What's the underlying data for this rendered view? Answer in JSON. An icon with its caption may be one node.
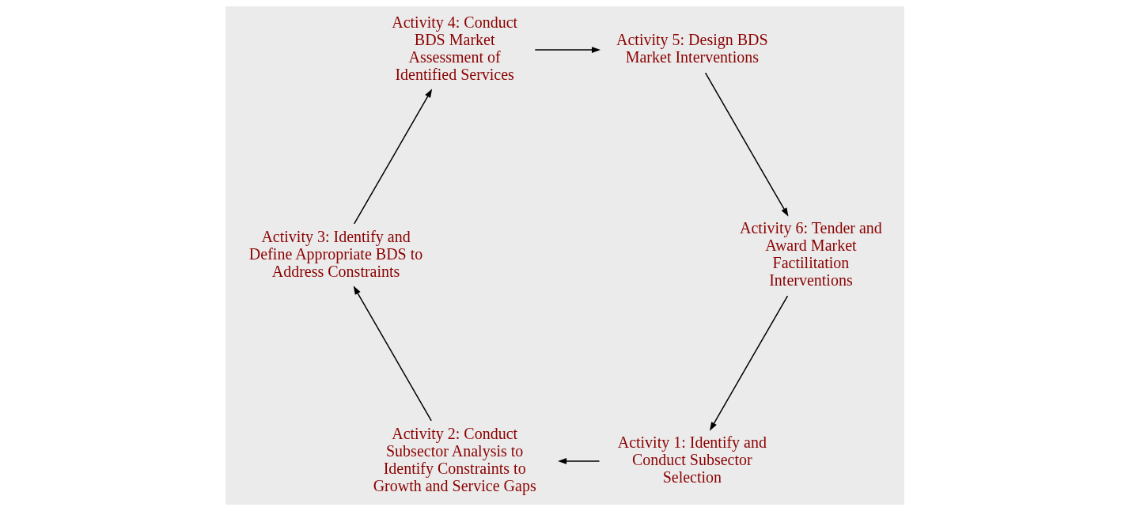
{
  "diagram": {
    "nodes": [
      {
        "text": [
          "Activity 1: Identify and Conduct Subsector Selection"
        ]
      },
      {
        "text": [
          "Activity 2: Conduct Subsector Analysis to Identify Constraints to Growth and Service Gaps"
        ]
      },
      {
        "text": [
          "Activity 3: Identify and Define Appropriate BDS to Address Constraints"
        ]
      },
      {
        "text": [
          "Activity 4: Conduct BDS Market Assessment of Identified Services"
        ]
      },
      {
        "text": [
          "Activity 5: Design BDS Market Interventions"
        ]
      },
      {
        "text": [
          "Activity 6: Tender and Award Market Factilitation Interventions"
        ]
      }
    ],
    "edges": [
      {
        "from": 0,
        "to": 1,
        "arrow": "to"
      },
      {
        "from": 1,
        "to": 2,
        "arrow": "to"
      },
      {
        "from": 2,
        "to": 3,
        "arrow": "to"
      },
      {
        "from": 3,
        "to": 4,
        "arrow": "to"
      },
      {
        "from": 4,
        "to": 5,
        "arrow": "to"
      },
      {
        "from": 5,
        "to": 0,
        "arrow": "to"
      }
    ]
  }
}
